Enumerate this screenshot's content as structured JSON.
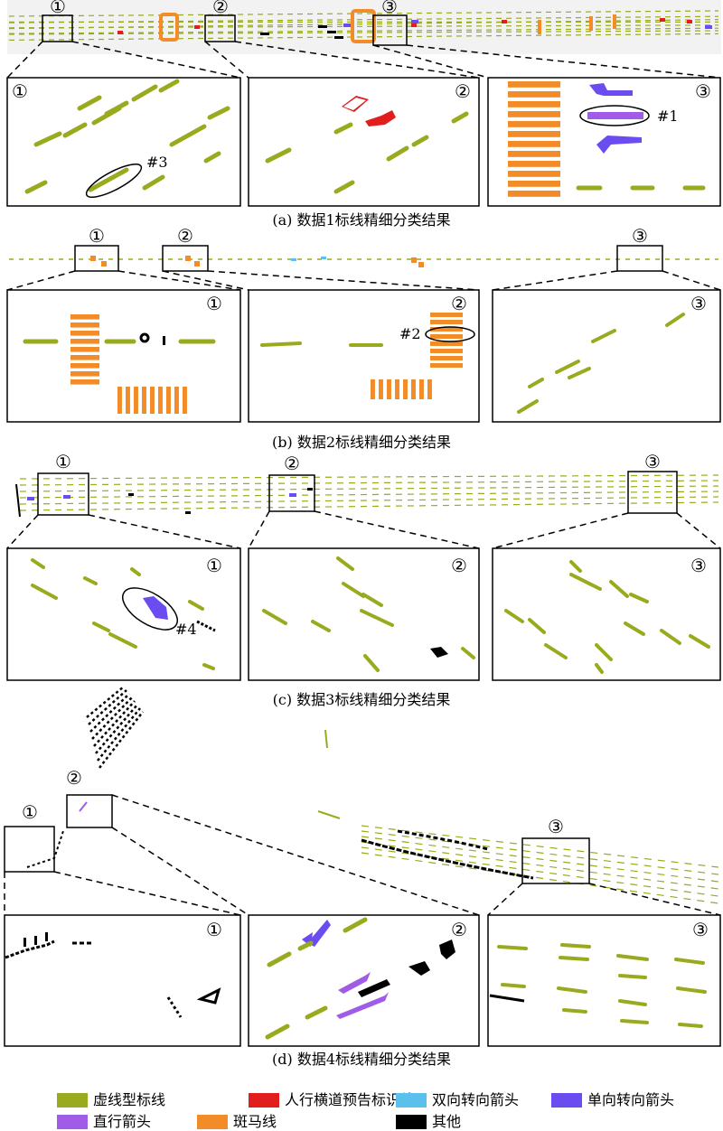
{
  "figure": {
    "panel_markers": [
      "①",
      "②",
      "③"
    ],
    "panels": [
      {
        "caption": "(a) 数据1标线精细分类结果",
        "callouts": [
          "#3",
          "#1"
        ]
      },
      {
        "caption": "(b) 数据2标线精细分类结果",
        "callouts": [
          "#2"
        ]
      },
      {
        "caption": "(c) 数据3标线精细分类结果",
        "callouts": [
          "#4"
        ]
      },
      {
        "caption": "(d) 数据4标线精细分类结果",
        "callouts": []
      }
    ]
  },
  "legend": [
    {
      "label": "虚线型标线",
      "color": "#9aaa1e"
    },
    {
      "label": "人行横道预告标识线",
      "color": "#e11d1d"
    },
    {
      "label": "双向转向箭头",
      "color": "#5bc0eb"
    },
    {
      "label": "单向转向箭头",
      "color": "#6a4cf0"
    },
    {
      "label": "直行箭头",
      "color": "#a05ce6"
    },
    {
      "label": "斑马线",
      "color": "#f28c28"
    },
    {
      "label": "其他",
      "color": "#000000"
    }
  ]
}
